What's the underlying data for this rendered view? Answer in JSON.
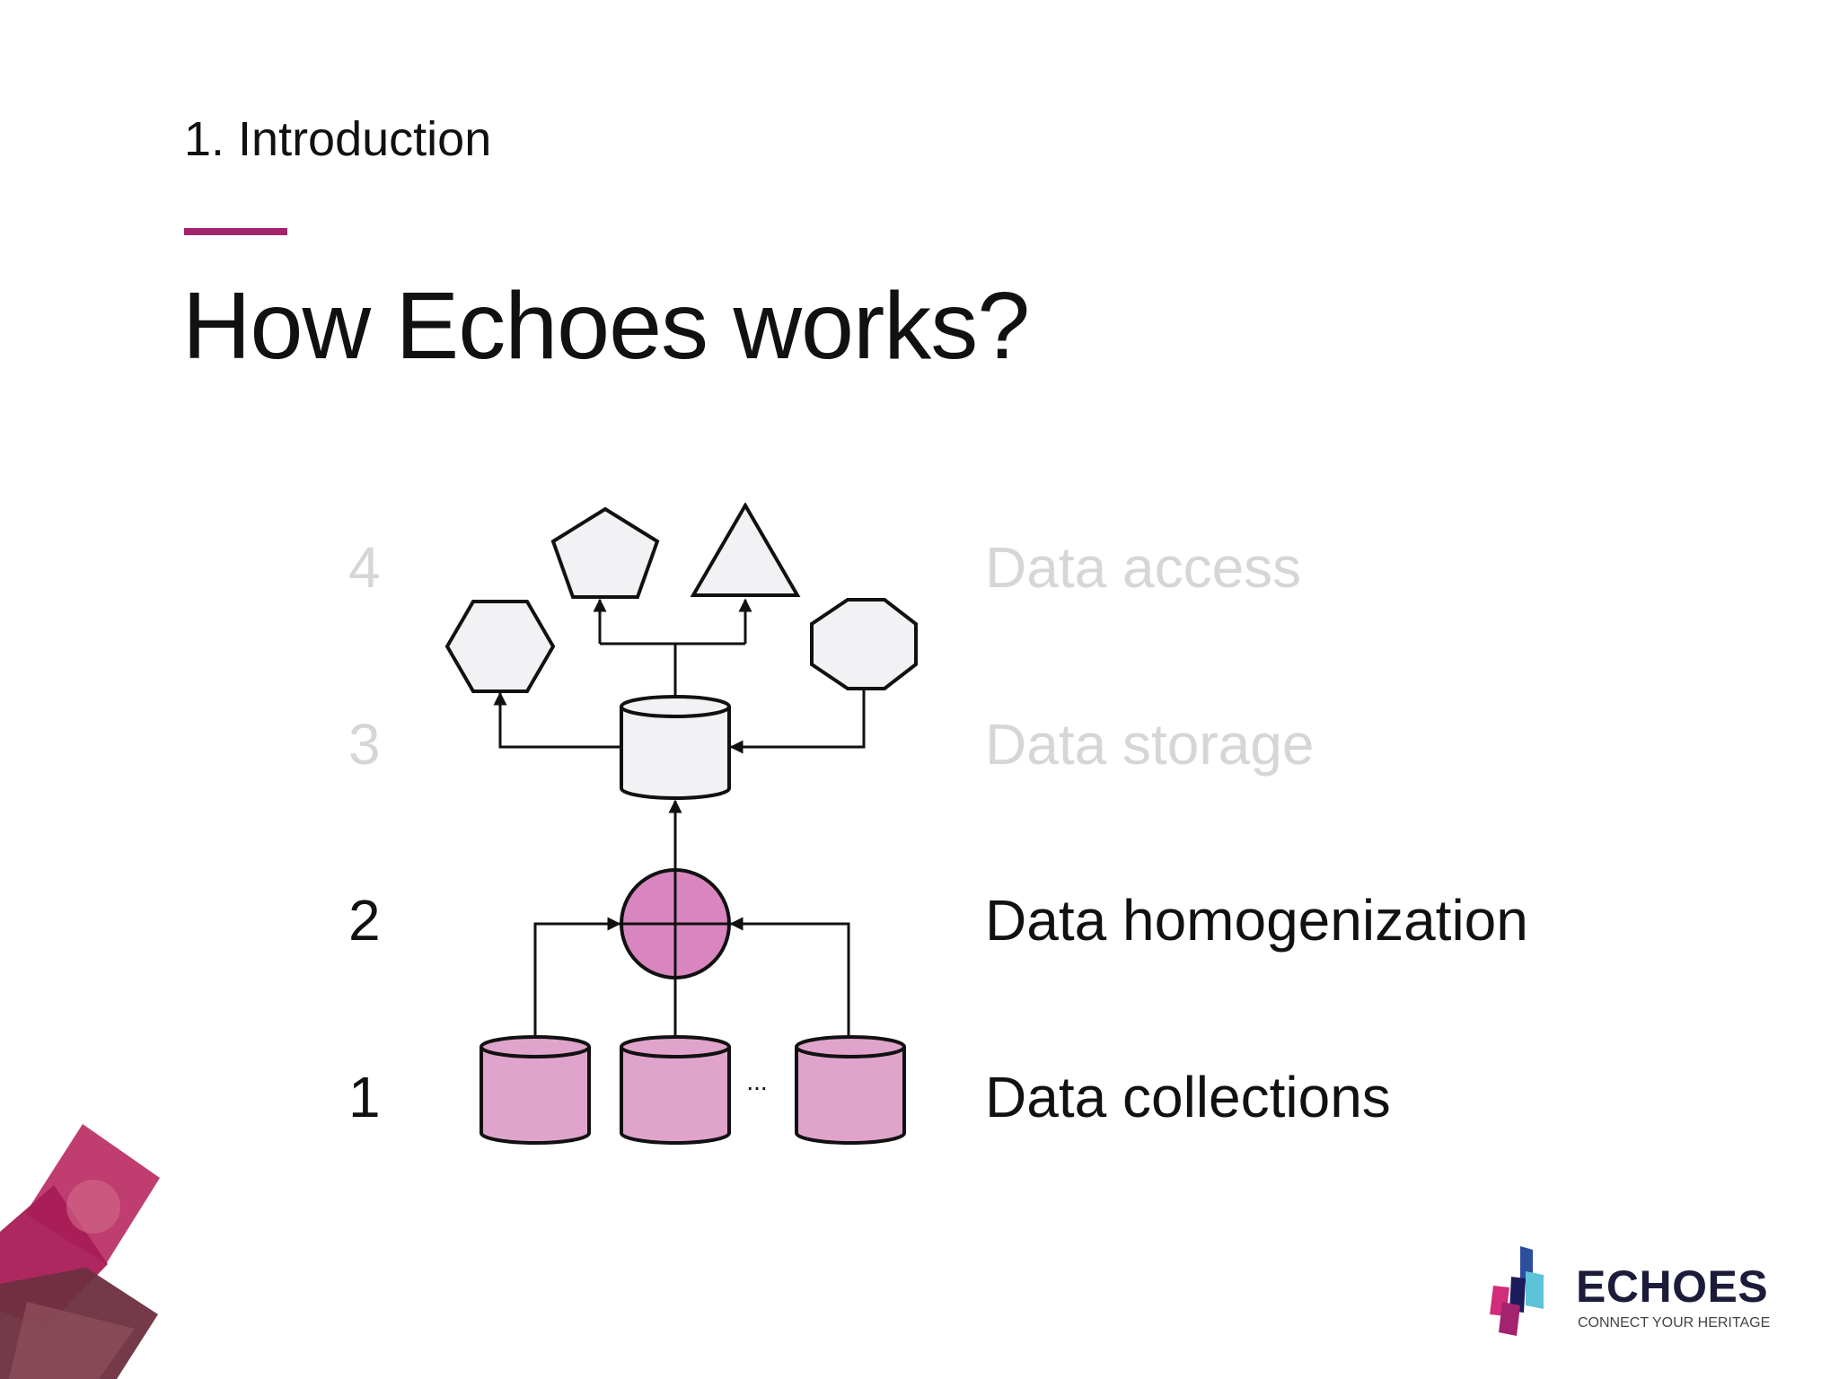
{
  "slide": {
    "section": "1. Introduction",
    "title": "How Echoes works?"
  },
  "steps": [
    {
      "number": "4",
      "label": "Data access",
      "active": false
    },
    {
      "number": "3",
      "label": "Data storage",
      "active": false
    },
    {
      "number": "2",
      "label": "Data homogenization",
      "active": true
    },
    {
      "number": "1",
      "label": "Data collections",
      "active": true
    }
  ],
  "diagram": {
    "ellipsis": "..."
  },
  "logo": {
    "name": "ECHOES",
    "tagline": "CONNECT YOUR HERITAGE"
  },
  "colors": {
    "accent": "#a3236f",
    "text_active": "#111111",
    "text_inactive": "#d6d6d6",
    "collection_fill": "#e0a4cc",
    "merge_fill": "#d986c0",
    "shape_fill": "#f2f2f4"
  }
}
